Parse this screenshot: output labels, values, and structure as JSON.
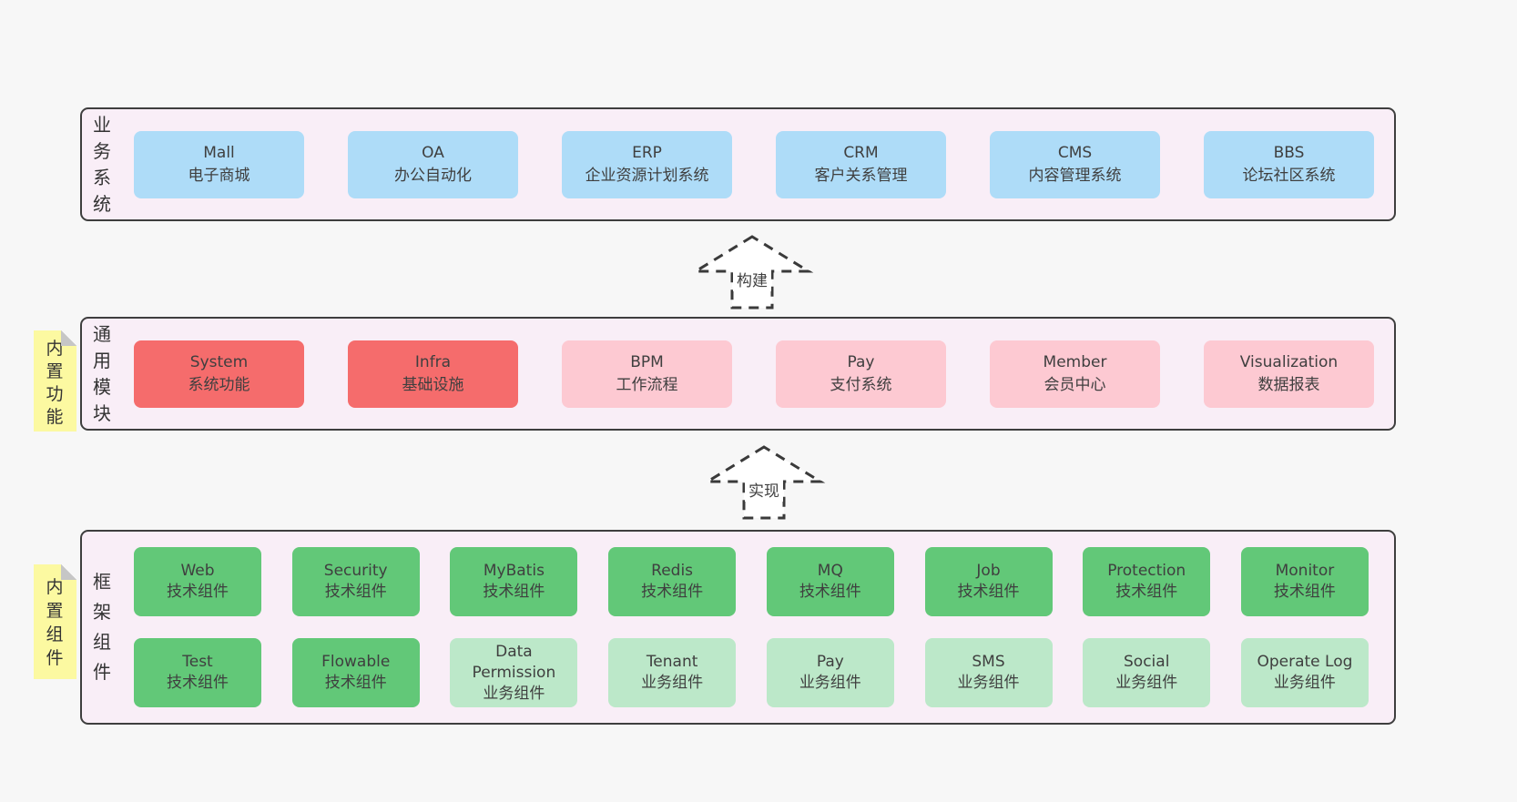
{
  "palette": {
    "page_bg": "#f7f7f7",
    "band_bg": "#f9eef7",
    "band_border": "#3e3e3e",
    "blue": "#aedcf8",
    "red": "#f56c6c",
    "pink": "#fdc9d2",
    "green": "#62c878",
    "green_light": "#bce8c9",
    "sticky_yellow": "#fcf9a1",
    "sticky_fold": "#c6c6c6",
    "text": "#3f3f3f"
  },
  "arrows": [
    {
      "label": "构建"
    },
    {
      "label": "实现"
    }
  ],
  "bands": [
    {
      "label": "业务系统",
      "boxes": [
        {
          "title": "Mall",
          "subtitle": "电子商城",
          "color": "blue"
        },
        {
          "title": "OA",
          "subtitle": "办公自动化",
          "color": "blue"
        },
        {
          "title": "ERP",
          "subtitle": "企业资源计划系统",
          "color": "blue"
        },
        {
          "title": "CRM",
          "subtitle": "客户关系管理",
          "color": "blue"
        },
        {
          "title": "CMS",
          "subtitle": "内容管理系统",
          "color": "blue"
        },
        {
          "title": "BBS",
          "subtitle": "论坛社区系统",
          "color": "blue"
        }
      ]
    },
    {
      "label": "通用模块",
      "sticky": "内置功能",
      "boxes": [
        {
          "title": "System",
          "subtitle": "系统功能",
          "color": "red"
        },
        {
          "title": "Infra",
          "subtitle": "基础设施",
          "color": "red"
        },
        {
          "title": "BPM",
          "subtitle": "工作流程",
          "color": "pink"
        },
        {
          "title": "Pay",
          "subtitle": "支付系统",
          "color": "pink"
        },
        {
          "title": "Member",
          "subtitle": "会员中心",
          "color": "pink"
        },
        {
          "title": "Visualization",
          "subtitle": "数据报表",
          "color": "pink"
        }
      ]
    },
    {
      "label": "框架组件",
      "sticky": "内置组件",
      "rows": [
        [
          {
            "title": "Web",
            "subtitle": "技术组件",
            "color": "green"
          },
          {
            "title": "Security",
            "subtitle": "技术组件",
            "color": "green"
          },
          {
            "title": "MyBatis",
            "subtitle": "技术组件",
            "color": "green"
          },
          {
            "title": "Redis",
            "subtitle": "技术组件",
            "color": "green"
          },
          {
            "title": "MQ",
            "subtitle": "技术组件",
            "color": "green"
          },
          {
            "title": "Job",
            "subtitle": "技术组件",
            "color": "green"
          },
          {
            "title": "Protection",
            "subtitle": "技术组件",
            "color": "green"
          },
          {
            "title": "Monitor",
            "subtitle": "技术组件",
            "color": "green"
          }
        ],
        [
          {
            "title": "Test",
            "subtitle": "技术组件",
            "color": "green"
          },
          {
            "title": "Flowable",
            "subtitle": "技术组件",
            "color": "green"
          },
          {
            "title": "Data Permission",
            "subtitle": "业务组件",
            "color": "green_light"
          },
          {
            "title": "Tenant",
            "subtitle": "业务组件",
            "color": "green_light"
          },
          {
            "title": "Pay",
            "subtitle": "业务组件",
            "color": "green_light"
          },
          {
            "title": "SMS",
            "subtitle": "业务组件",
            "color": "green_light"
          },
          {
            "title": "Social",
            "subtitle": "业务组件",
            "color": "green_light"
          },
          {
            "title": "Operate Log",
            "subtitle": "业务组件",
            "color": "green_light"
          }
        ]
      ]
    }
  ]
}
